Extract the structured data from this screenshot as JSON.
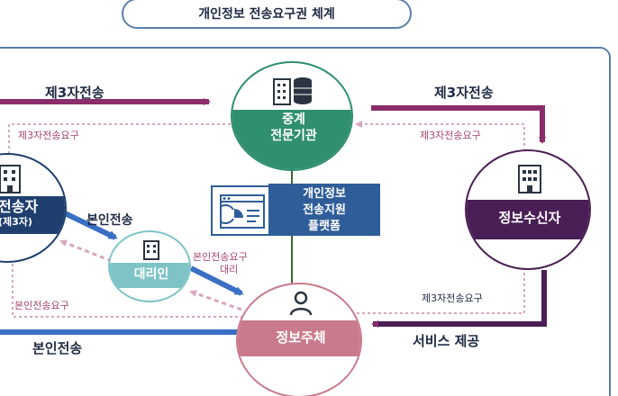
{
  "title": "개인정보 전송요구권 체계",
  "nodes": {
    "broker": {
      "line1": "중계",
      "line2": "전문기관"
    },
    "sender": {
      "line1": "전송자",
      "line2": "(제3자)"
    },
    "agent": {
      "label": "대리인"
    },
    "receiver": {
      "label": "정보수신자"
    },
    "subject": {
      "label": "정보주체"
    }
  },
  "platform": {
    "line1": "개인정보",
    "line2": "전송지원",
    "line3": "플랫폼"
  },
  "arrows": {
    "third_party_left": "제3자전송",
    "third_party_right": "제3자전송",
    "request_left": "제3자전송요구",
    "request_right": "제3자전송요구",
    "self_transfer_top": "본인전송",
    "self_request_agent_line1": "본인전송요구",
    "self_request_agent_line2": "대리",
    "self_request_left": "본인전송요구",
    "request_bottom_right": "제3자전송요구",
    "self_transfer_bottom": "본인전송",
    "service": "서비스 제공"
  },
  "colors": {
    "frame": "#5b7fa8",
    "purple": "#8b2d6b",
    "receiver": "#4a1f55",
    "teal": "#2f8f6f",
    "blue": "#3a6fc4",
    "subject": "#c97b8c",
    "navy": "#1f3f6f",
    "pink_dash": "#d9a6bf"
  }
}
